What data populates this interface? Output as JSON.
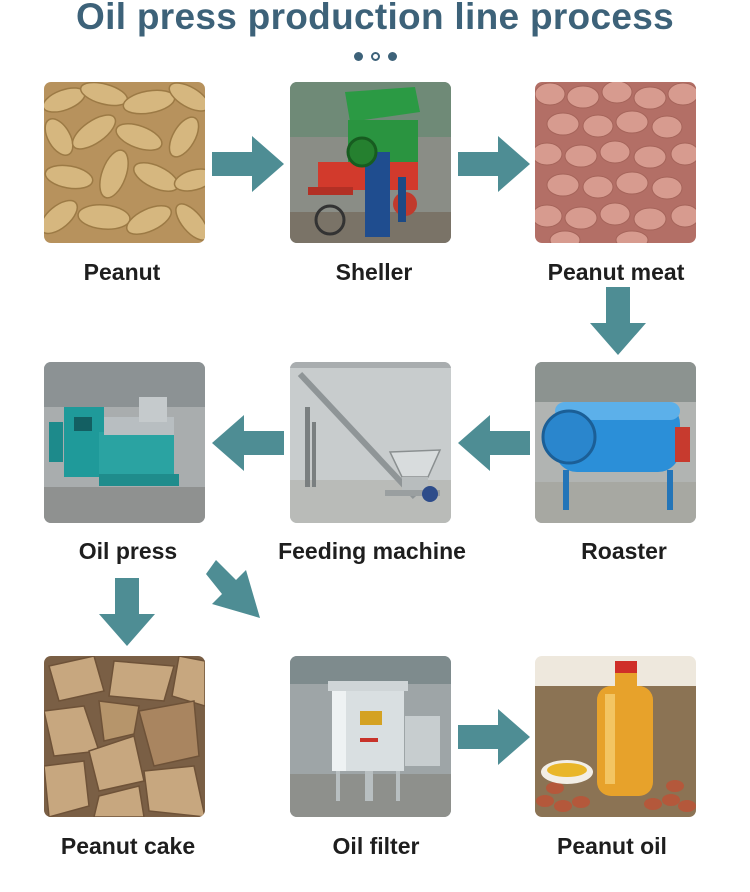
{
  "header": {
    "title": "Oil press production line process"
  },
  "theme": {
    "arrow_color": "#4e8d94",
    "title_color": "#3d6279"
  },
  "steps": [
    {
      "label": "Peanut"
    },
    {
      "label": "Sheller"
    },
    {
      "label": "Peanut meat"
    },
    {
      "label": "Roaster"
    },
    {
      "label": "Feeding machine"
    },
    {
      "label": "Oil press"
    },
    {
      "label": "Peanut cake"
    },
    {
      "label": "Oil filter"
    },
    {
      "label": "Peanut oil"
    }
  ]
}
